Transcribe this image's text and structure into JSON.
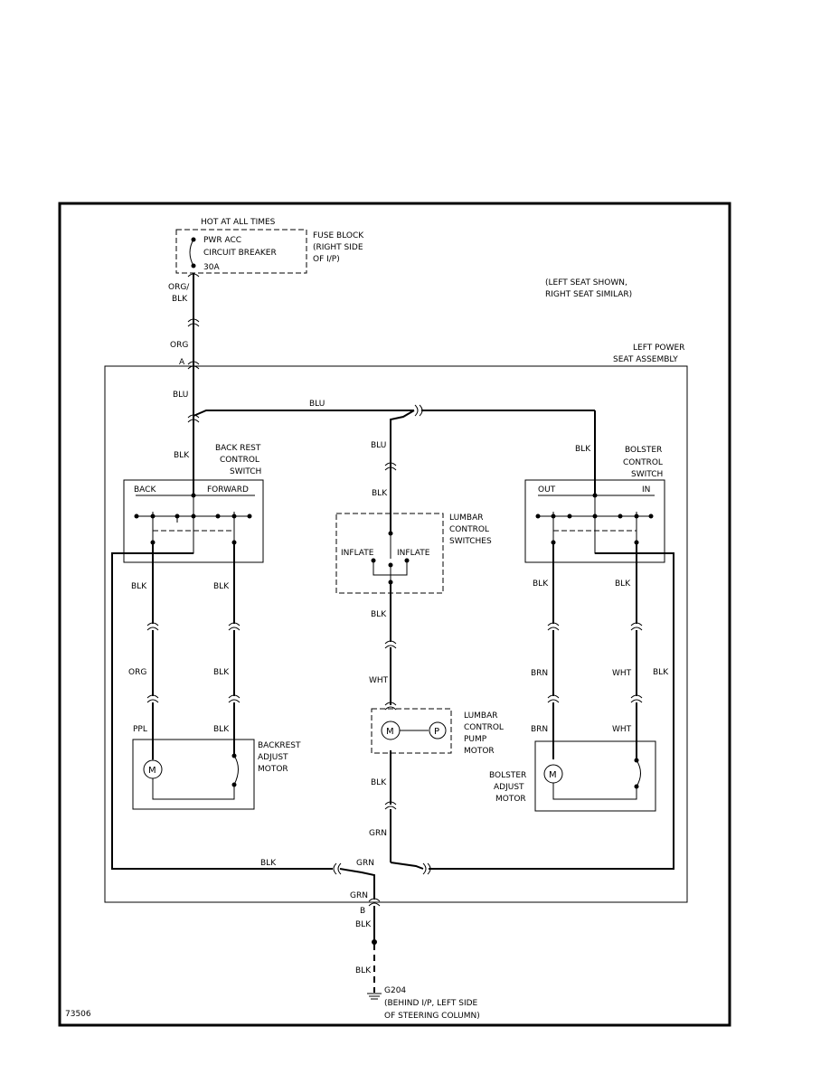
{
  "header": {
    "hot": "HOT AT ALL TIMES",
    "breaker_1": "PWR ACC",
    "breaker_2": "CIRCUIT BREAKER",
    "breaker_3": "30A",
    "fuse_1": "FUSE BLOCK",
    "fuse_2": "(RIGHT SIDE",
    "fuse_3": "OF I/P)",
    "note_1": "(LEFT SEAT SHOWN,",
    "note_2": "RIGHT SEAT SIMILAR)",
    "assembly_1": "LEFT POWER",
    "assembly_2": "SEAT ASSEMBLY"
  },
  "wires": {
    "org_blk_1": "ORG/",
    "org_blk_2": "BLK",
    "org": "ORG",
    "conn_a": "A",
    "blu_feed": "BLU",
    "blu_top": "BLU",
    "blu_center": "BLU",
    "blk_left_sw": "BLK",
    "blk_center_sw": "BLK",
    "blk_right_sw": "BLK",
    "blk_l1": "BLK",
    "blk_l2": "BLK",
    "org_l": "ORG",
    "blk_l3": "BLK",
    "ppl": "PPL",
    "blk_l4": "BLK",
    "blk_r1": "BLK",
    "blk_r2": "BLK",
    "brn_r1": "BRN",
    "wht_r1": "WHT",
    "blk_r_side": "BLK",
    "brn_r2": "BRN",
    "wht_r2": "WHT",
    "blk_c1": "BLK",
    "wht_c": "WHT",
    "blk_c2": "BLK",
    "grn_c": "GRN",
    "blk_bottom": "BLK",
    "grn_bottom": "GRN",
    "grn_exit": "GRN",
    "conn_b": "B",
    "blk_exit": "BLK",
    "blk_ground": "BLK"
  },
  "components": {
    "backrest_switch": [
      "BACK REST",
      "CONTROL",
      "SWITCH"
    ],
    "back": "BACK",
    "forward": "FORWARD",
    "bolster_switch": [
      "BOLSTER",
      "CONTROL",
      "SWITCH"
    ],
    "out": "OUT",
    "in": "IN",
    "lumbar_switch": [
      "LUMBAR",
      "CONTROL",
      "SWITCHES"
    ],
    "inflate_l": "INFLATE",
    "inflate_r": "INFLATE",
    "lumbar_pump": [
      "LUMBAR",
      "CONTROL",
      "PUMP",
      "MOTOR"
    ],
    "backrest_motor": [
      "BACKREST",
      "ADJUST",
      "MOTOR"
    ],
    "bolster_motor": [
      "BOLSTER",
      "ADJUST",
      "MOTOR"
    ],
    "motor_symbol": "M",
    "pump_symbol": "P"
  },
  "ground": {
    "id": "G204",
    "loc_1": "(BEHIND I/P, LEFT SIDE",
    "loc_2": "OF STEERING COLUMN)"
  },
  "diagram_id": "73506"
}
